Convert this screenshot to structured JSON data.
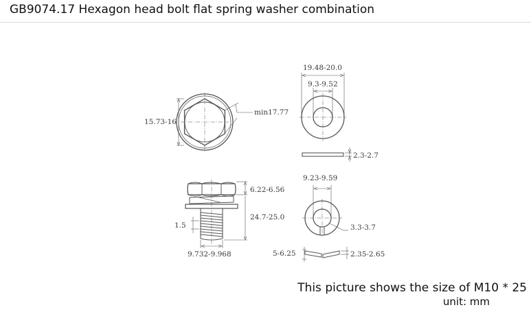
{
  "title": "GB9074.17 Hexagon head bolt flat spring washer combination",
  "dimensions": {
    "across_corners": "min17.77",
    "across_flats": "15.73-16",
    "flat_washer_od": "19.48-20.0",
    "flat_washer_id": "9.3-9.52",
    "flat_washer_thickness": "2.3-2.7",
    "head_height": "6.22-6.56",
    "overall_length": "24.7-25.0",
    "thread_pitch": "1.5",
    "thread_major_dia": "9.732-9.968",
    "spring_washer_id": "9.23-9.59",
    "spring_washer_width": "3.3-3.7",
    "spring_washer_free_height": "5-6.25",
    "spring_washer_thickness": "2.35-2.65"
  },
  "caption": {
    "size_note": "This picture shows the size of M10 * 25",
    "unit": "unit:  mm"
  }
}
